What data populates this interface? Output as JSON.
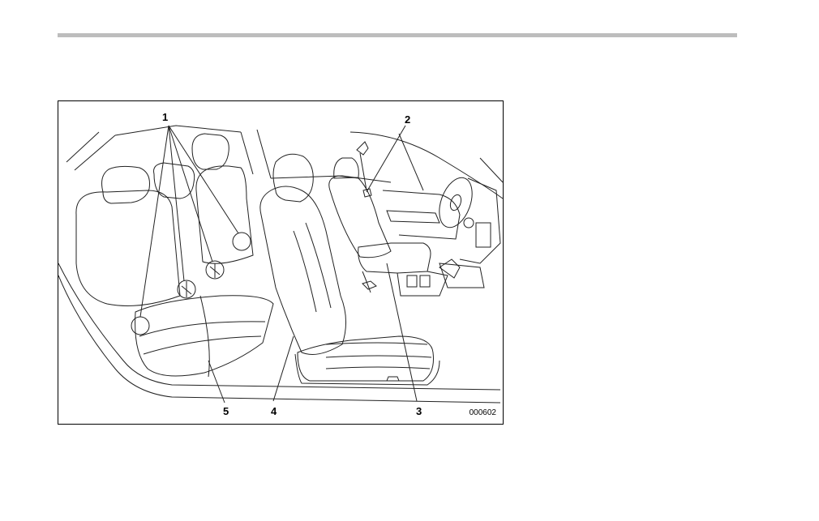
{
  "figure": {
    "callouts": [
      "1",
      "2",
      "3",
      "4",
      "5"
    ],
    "code": "000602"
  }
}
